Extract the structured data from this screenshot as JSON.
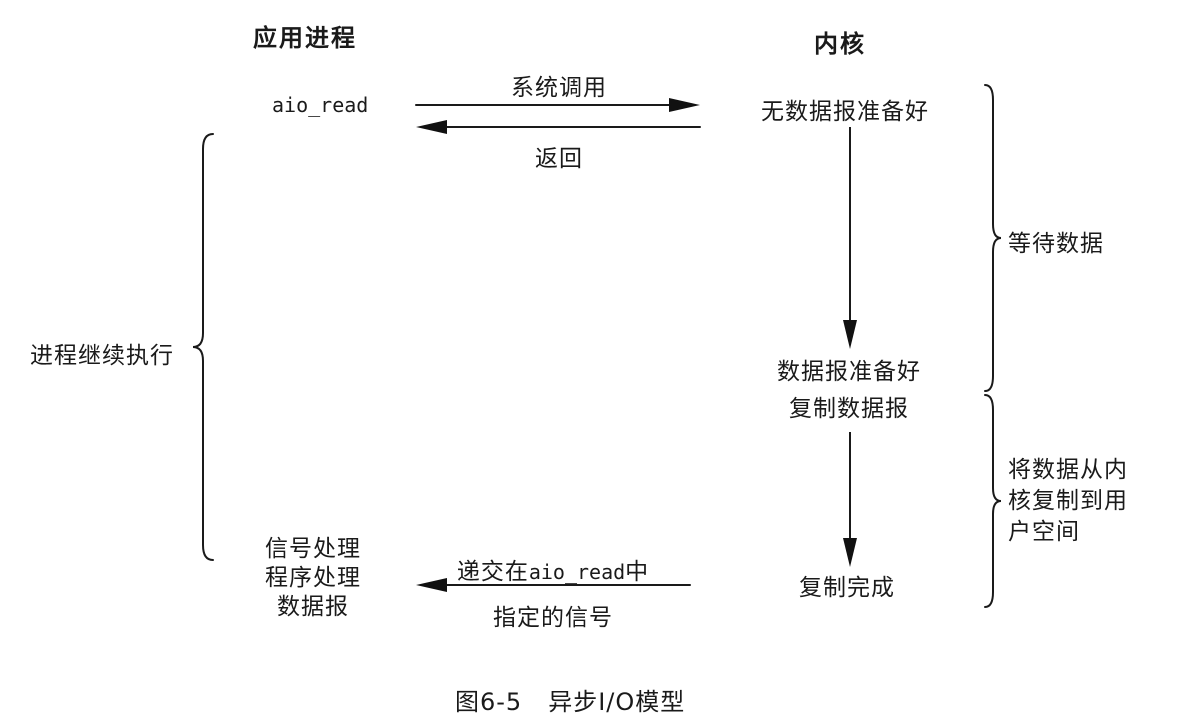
{
  "figure": {
    "caption_number": "图6-5",
    "caption_title": "异步I/O模型"
  },
  "headers": {
    "application_process": "应用进程",
    "kernel": "内核"
  },
  "left_column": {
    "aio_read": "aio_read",
    "process_continues": "进程继续执行",
    "signal_handler_lines": [
      "信号处理",
      "程序处理",
      "数据报"
    ]
  },
  "right_column": {
    "no_datagram_ready": "无数据报准备好",
    "datagram_ready": "数据报准备好",
    "copy_datagram": "复制数据报",
    "copy_complete": "复制完成"
  },
  "arrows": {
    "system_call": "系统调用",
    "return": "返回",
    "deliver_signal_prefix": "递交在",
    "deliver_signal_code": "aio_read",
    "deliver_signal_suffix": "中",
    "deliver_signal_line2": "指定的信号"
  },
  "braces": {
    "wait_for_data": "等待数据",
    "copy_data_lines": [
      "将数据从内",
      "核复制到用",
      "户空间"
    ]
  },
  "colors": {
    "ink": "#1a1a1a",
    "background": "#ffffff"
  }
}
